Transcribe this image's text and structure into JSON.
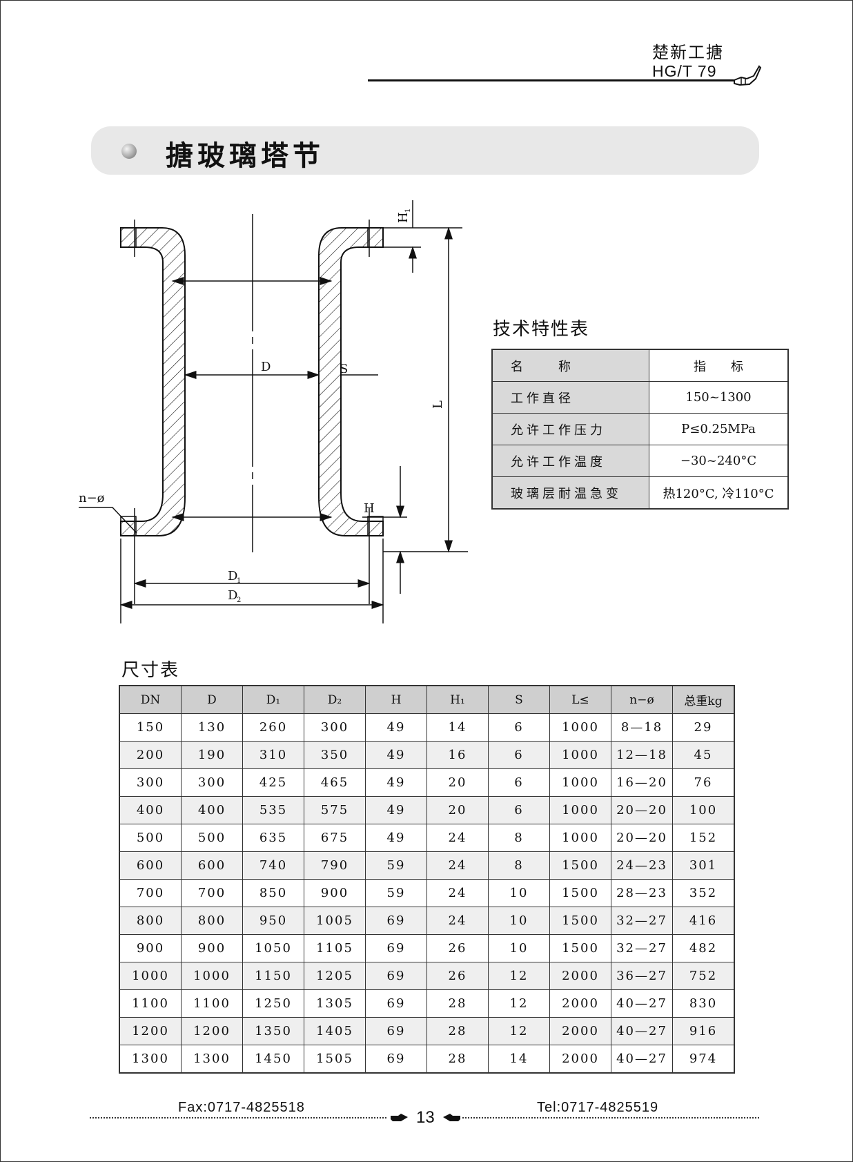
{
  "header": {
    "brand": "楚新工搪",
    "code": "HG/T 79"
  },
  "title": "搪玻璃塔节",
  "drawing": {
    "labels": {
      "D": "D",
      "S": "S",
      "L": "L",
      "H": "H",
      "H1": "H",
      "H1_sub": "1",
      "n_phi": "n−ø",
      "D1": "D",
      "D1_sub": "1",
      "D2": "D",
      "D2_sub": "2"
    }
  },
  "tech": {
    "title": "技术特性表",
    "header": {
      "name": "名　　称",
      "value": "指　　标"
    },
    "rows": [
      {
        "name": "工作直径",
        "value": "150~1300"
      },
      {
        "name": "允许工作压力",
        "value": "P≤0.25MPa"
      },
      {
        "name": "允许工作温度",
        "value": "−30~240°C"
      },
      {
        "name": "玻璃层耐温急变",
        "value": "热120°C, 冷110°C"
      }
    ]
  },
  "size": {
    "title": "尺寸表",
    "columns": [
      "DN",
      "D",
      "D₁",
      "D₂",
      "H",
      "H₁",
      "S",
      "L≤",
      "n−ø",
      "总重kg"
    ],
    "rows": [
      [
        "150",
        "130",
        "260",
        "300",
        "49",
        "14",
        "6",
        "1000",
        "8—18",
        "29"
      ],
      [
        "200",
        "190",
        "310",
        "350",
        "49",
        "16",
        "6",
        "1000",
        "12—18",
        "45"
      ],
      [
        "300",
        "300",
        "425",
        "465",
        "49",
        "20",
        "6",
        "1000",
        "16—20",
        "76"
      ],
      [
        "400",
        "400",
        "535",
        "575",
        "49",
        "20",
        "6",
        "1000",
        "20—20",
        "100"
      ],
      [
        "500",
        "500",
        "635",
        "675",
        "49",
        "24",
        "8",
        "1000",
        "20—20",
        "152"
      ],
      [
        "600",
        "600",
        "740",
        "790",
        "59",
        "24",
        "8",
        "1500",
        "24—23",
        "301"
      ],
      [
        "700",
        "700",
        "850",
        "900",
        "59",
        "24",
        "10",
        "1500",
        "28—23",
        "352"
      ],
      [
        "800",
        "800",
        "950",
        "1005",
        "69",
        "24",
        "10",
        "1500",
        "32—27",
        "416"
      ],
      [
        "900",
        "900",
        "1050",
        "1105",
        "69",
        "26",
        "10",
        "1500",
        "32—27",
        "482"
      ],
      [
        "1000",
        "1000",
        "1150",
        "1205",
        "69",
        "26",
        "12",
        "2000",
        "36—27",
        "752"
      ],
      [
        "1100",
        "1100",
        "1250",
        "1305",
        "69",
        "28",
        "12",
        "2000",
        "40—27",
        "830"
      ],
      [
        "1200",
        "1200",
        "1350",
        "1405",
        "69",
        "28",
        "12",
        "2000",
        "40—27",
        "916"
      ],
      [
        "1300",
        "1300",
        "1450",
        "1505",
        "69",
        "28",
        "14",
        "2000",
        "40—27",
        "974"
      ]
    ]
  },
  "footer": {
    "fax": "Fax:0717-4825518",
    "tel": "Tel:0717-4825519",
    "page": "13"
  }
}
